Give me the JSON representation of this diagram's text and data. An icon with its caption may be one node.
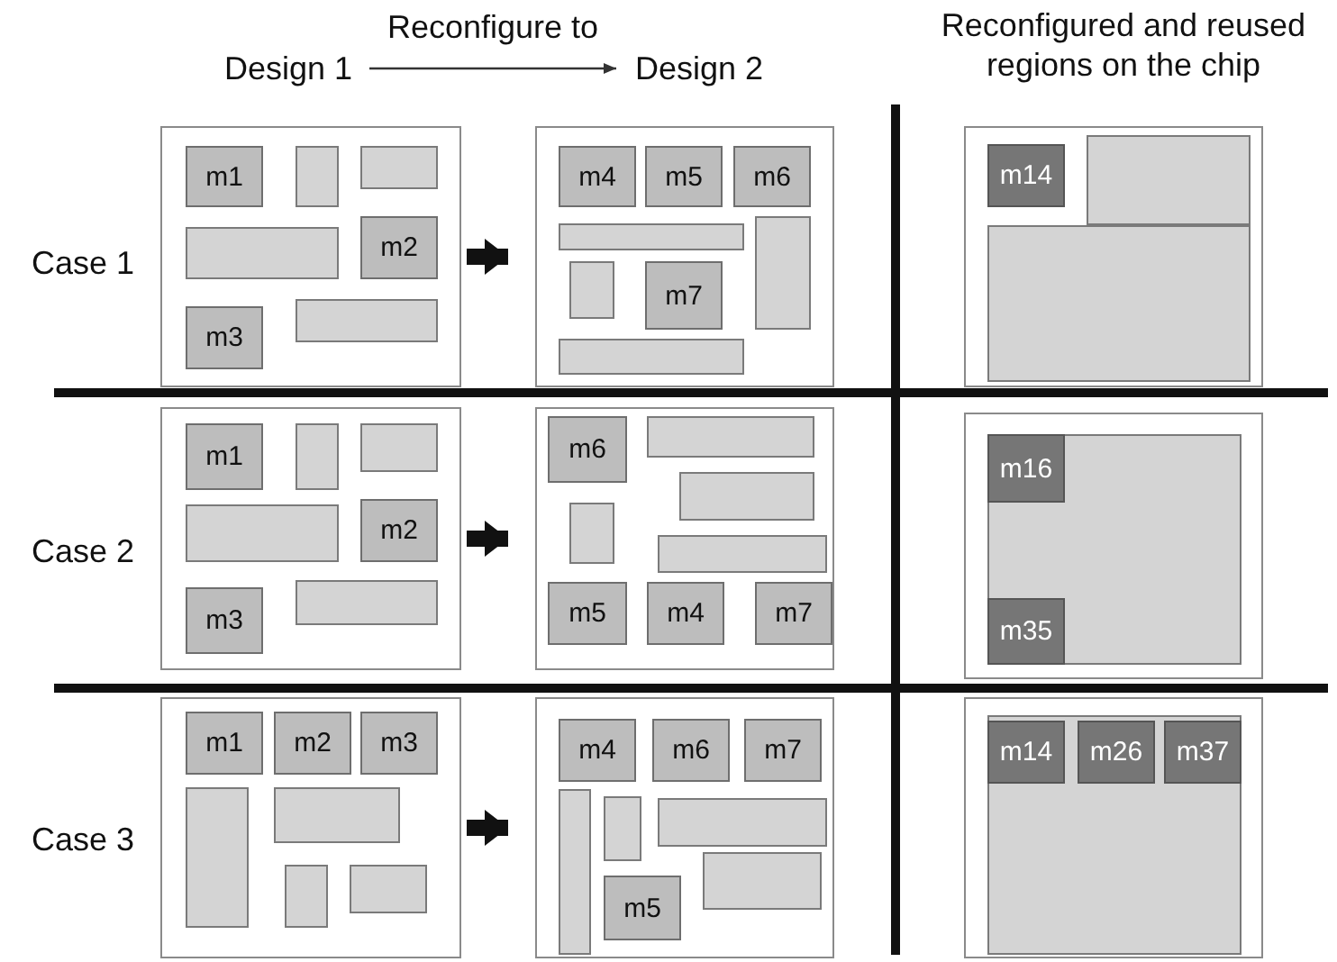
{
  "diagram": {
    "nodes": [
      {
        "text": [
          "Design 1"
        ]
      },
      {
        "text": [
          "Design 2"
        ]
      },
      {
        "text": [],
        "shape": "box"
      },
      {
        "text": [
          "m1"
        ],
        "in": 2
      },
      {
        "text": [],
        "shape": "box",
        "in": 2
      },
      {
        "text": [],
        "shape": "box",
        "in": 2
      },
      {
        "text": [],
        "shape": "box",
        "in": 2
      },
      {
        "text": [
          "m2"
        ],
        "in": 2
      },
      {
        "text": [
          "m3"
        ],
        "in": 2
      },
      {
        "text": [],
        "shape": "box",
        "in": 2
      },
      {
        "text": [],
        "shape": "box"
      },
      {
        "text": [
          "m4"
        ],
        "in": 10
      },
      {
        "text": [
          "m5"
        ],
        "in": 10
      },
      {
        "text": [
          "m6"
        ],
        "in": 10
      },
      {
        "text": [],
        "shape": "box",
        "in": 10
      },
      {
        "text": [],
        "shape": "box",
        "in": 10
      },
      {
        "text": [],
        "shape": "box",
        "in": 10
      },
      {
        "text": [
          "m7"
        ],
        "in": 10
      },
      {
        "text": [],
        "shape": "box",
        "in": 10
      },
      {
        "text": [],
        "shape": "box"
      },
      {
        "text": [
          "m14"
        ],
        "in": 19
      },
      {
        "text": [],
        "shape": "box",
        "in": 19
      },
      {
        "text": [],
        "shape": "box",
        "in": 19
      },
      {
        "text": [],
        "shape": "box"
      },
      {
        "text": [
          "m1"
        ],
        "in": 23
      },
      {
        "text": [],
        "shape": "box",
        "in": 23
      },
      {
        "text": [],
        "shape": "box",
        "in": 23
      },
      {
        "text": [],
        "shape": "box",
        "in": 23
      },
      {
        "text": [
          "m2"
        ],
        "in": 23
      },
      {
        "text": [
          "m3"
        ],
        "in": 23
      },
      {
        "text": [],
        "shape": "box",
        "in": 23
      },
      {
        "text": [],
        "shape": "box"
      },
      {
        "text": [
          "m6"
        ],
        "in": 31
      },
      {
        "text": [],
        "shape": "box",
        "in": 31
      },
      {
        "text": [],
        "shape": "box",
        "in": 31
      },
      {
        "text": [],
        "shape": "box",
        "in": 31
      },
      {
        "text": [],
        "shape": "box",
        "in": 31
      },
      {
        "text": [
          "m5"
        ],
        "in": 31
      },
      {
        "text": [
          "m4"
        ],
        "in": 31
      },
      {
        "text": [
          "m7"
        ],
        "in": 31
      },
      {
        "text": [],
        "shape": "box"
      },
      {
        "text": [],
        "shape": "box",
        "in": 40
      },
      {
        "text": [
          "m16"
        ],
        "in": 41
      },
      {
        "text": [
          "m35"
        ],
        "in": 41
      },
      {
        "text": [],
        "shape": "box"
      },
      {
        "text": [
          "m1"
        ],
        "in": 44
      },
      {
        "text": [
          "m2"
        ],
        "in": 44
      },
      {
        "text": [
          "m3"
        ],
        "in": 44
      },
      {
        "text": [],
        "shape": "box",
        "in": 44
      },
      {
        "text": [],
        "shape": "box",
        "in": 44
      },
      {
        "text": [],
        "shape": "box",
        "in": 44
      },
      {
        "text": [],
        "shape": "box",
        "in": 44
      },
      {
        "text": [],
        "shape": "box"
      },
      {
        "text": [
          "m4"
        ],
        "in": 52
      },
      {
        "text": [
          "m6"
        ],
        "in": 52
      },
      {
        "text": [
          "m7"
        ],
        "in": 52
      },
      {
        "text": [],
        "shape": "box",
        "in": 52
      },
      {
        "text": [],
        "shape": "box",
        "in": 52
      },
      {
        "text": [],
        "shape": "box",
        "in": 52
      },
      {
        "text": [
          "m5"
        ],
        "in": 52
      },
      {
        "text": [],
        "shape": "box",
        "in": 52
      },
      {
        "text": [],
        "shape": "box"
      },
      {
        "text": [],
        "shape": "box",
        "in": 61
      },
      {
        "text": [
          "m14"
        ],
        "in": 62
      },
      {
        "text": [
          "m26"
        ],
        "in": 62
      },
      {
        "text": [
          "m37"
        ],
        "in": 62
      }
    ],
    "edges": [
      {
        "from": 0,
        "to": 1,
        "arrow": "to",
        "label": "Reconfigure to"
      },
      {
        "from": 2,
        "to": 10,
        "arrow": "to"
      },
      {
        "from": 23,
        "to": 31,
        "arrow": "to"
      },
      {
        "from": 44,
        "to": 52,
        "arrow": "to"
      }
    ],
    "labels": [
      "Reconfigured and reused regions on the chip",
      "Case 1",
      "Case 2",
      "Case 3"
    ]
  }
}
